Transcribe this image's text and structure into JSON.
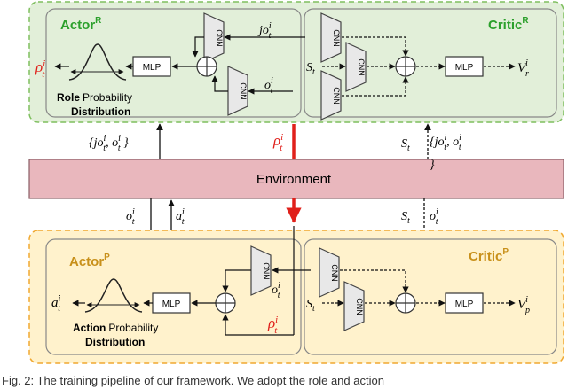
{
  "colors": {
    "top_panel_fill": "#e2efd9",
    "top_panel_border": "#7fbf5f",
    "actor_r_title": "#2ca02c",
    "critic_r_title": "#2ca02c",
    "bottom_panel_fill": "#fff2cc",
    "bottom_panel_border": "#f0a830",
    "actor_p_title": "#c8901a",
    "critic_p_title": "#c8901a",
    "environment_fill": "#e9b7bd",
    "environment_border": "#8a5d64",
    "rho_red": "#e0201b",
    "ink": "#111111"
  },
  "top": {
    "actor_title": "Actor",
    "actor_sup": "R",
    "critic_title": "Critic",
    "critic_sup": "R",
    "output_rho": "ρ",
    "mlp": "MLP",
    "cnn": "CNN",
    "dist_label_bold": "Role",
    "dist_label_rest": "Probability",
    "dist_label_line2": "Distribution",
    "in_jo": "jo",
    "in_o": "o",
    "critic_s": "S",
    "critic_out": "V",
    "critic_out_sub": "r"
  },
  "env": {
    "label": "Environment",
    "left_up": "{jo, o }",
    "mid_rho": "ρ",
    "right_s": "S",
    "right_jo": "{jo, o",
    "right_brace": "}",
    "left_o": "o",
    "left_a": "a",
    "right_s2": "S",
    "right_o": "o"
  },
  "bottom": {
    "actor_title": "Actor",
    "actor_sup": "P",
    "critic_title": "Critic",
    "critic_sup": "P",
    "output_a": "a",
    "mlp": "MLP",
    "cnn": "CNN",
    "dist_label_bold": "Action",
    "dist_label_rest": "Probability",
    "dist_label_line2": "Distribution",
    "in_o": "o",
    "in_rho": "ρ",
    "critic_s": "S",
    "critic_out": "V",
    "critic_out_sub": "p"
  },
  "caption": "Fig. 2: The training pipeline of our framework. We adopt the role and action"
}
